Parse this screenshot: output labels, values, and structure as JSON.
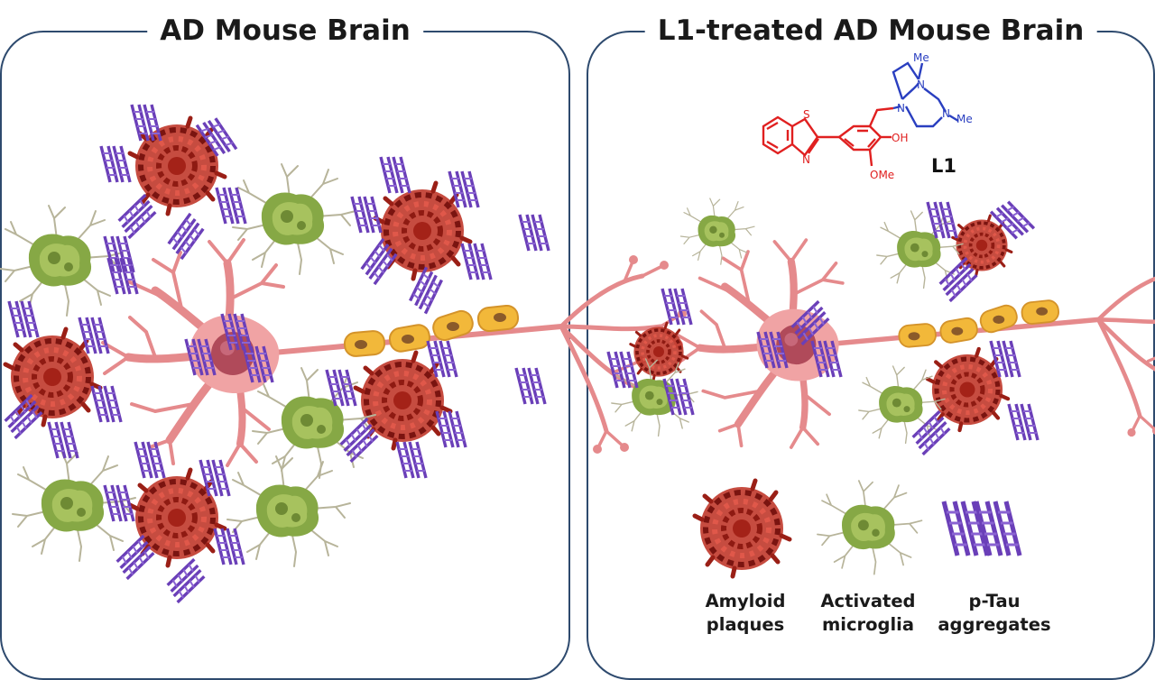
{
  "panels": {
    "left_title": "AD Mouse Brain",
    "right_title": "L1-treated AD Mouse Brain"
  },
  "chemical": {
    "compound_label": "L1",
    "atoms": {
      "s": "S",
      "n_ring": "N",
      "oh": "OH",
      "ome": "OMe",
      "n1": "N",
      "n2": "N",
      "n3": "N",
      "me1": "Me",
      "me2": "Me"
    }
  },
  "legend": {
    "plaques_line1": "Amyloid",
    "plaques_line2": "plaques",
    "microglia_line1": "Activated",
    "microglia_line2": "microglia",
    "tau_line1": "p-Tau",
    "tau_line2": "aggregates"
  },
  "colors": {
    "panel_border": "#2e4a6e",
    "plaque": "#b02a20",
    "microglia": "#86a845",
    "tau": "#6a3fb8",
    "neuron": "#e58a8c",
    "myelin": "#f2b83a",
    "chem_red": "#e02020",
    "chem_blue": "#2a3fc0"
  }
}
